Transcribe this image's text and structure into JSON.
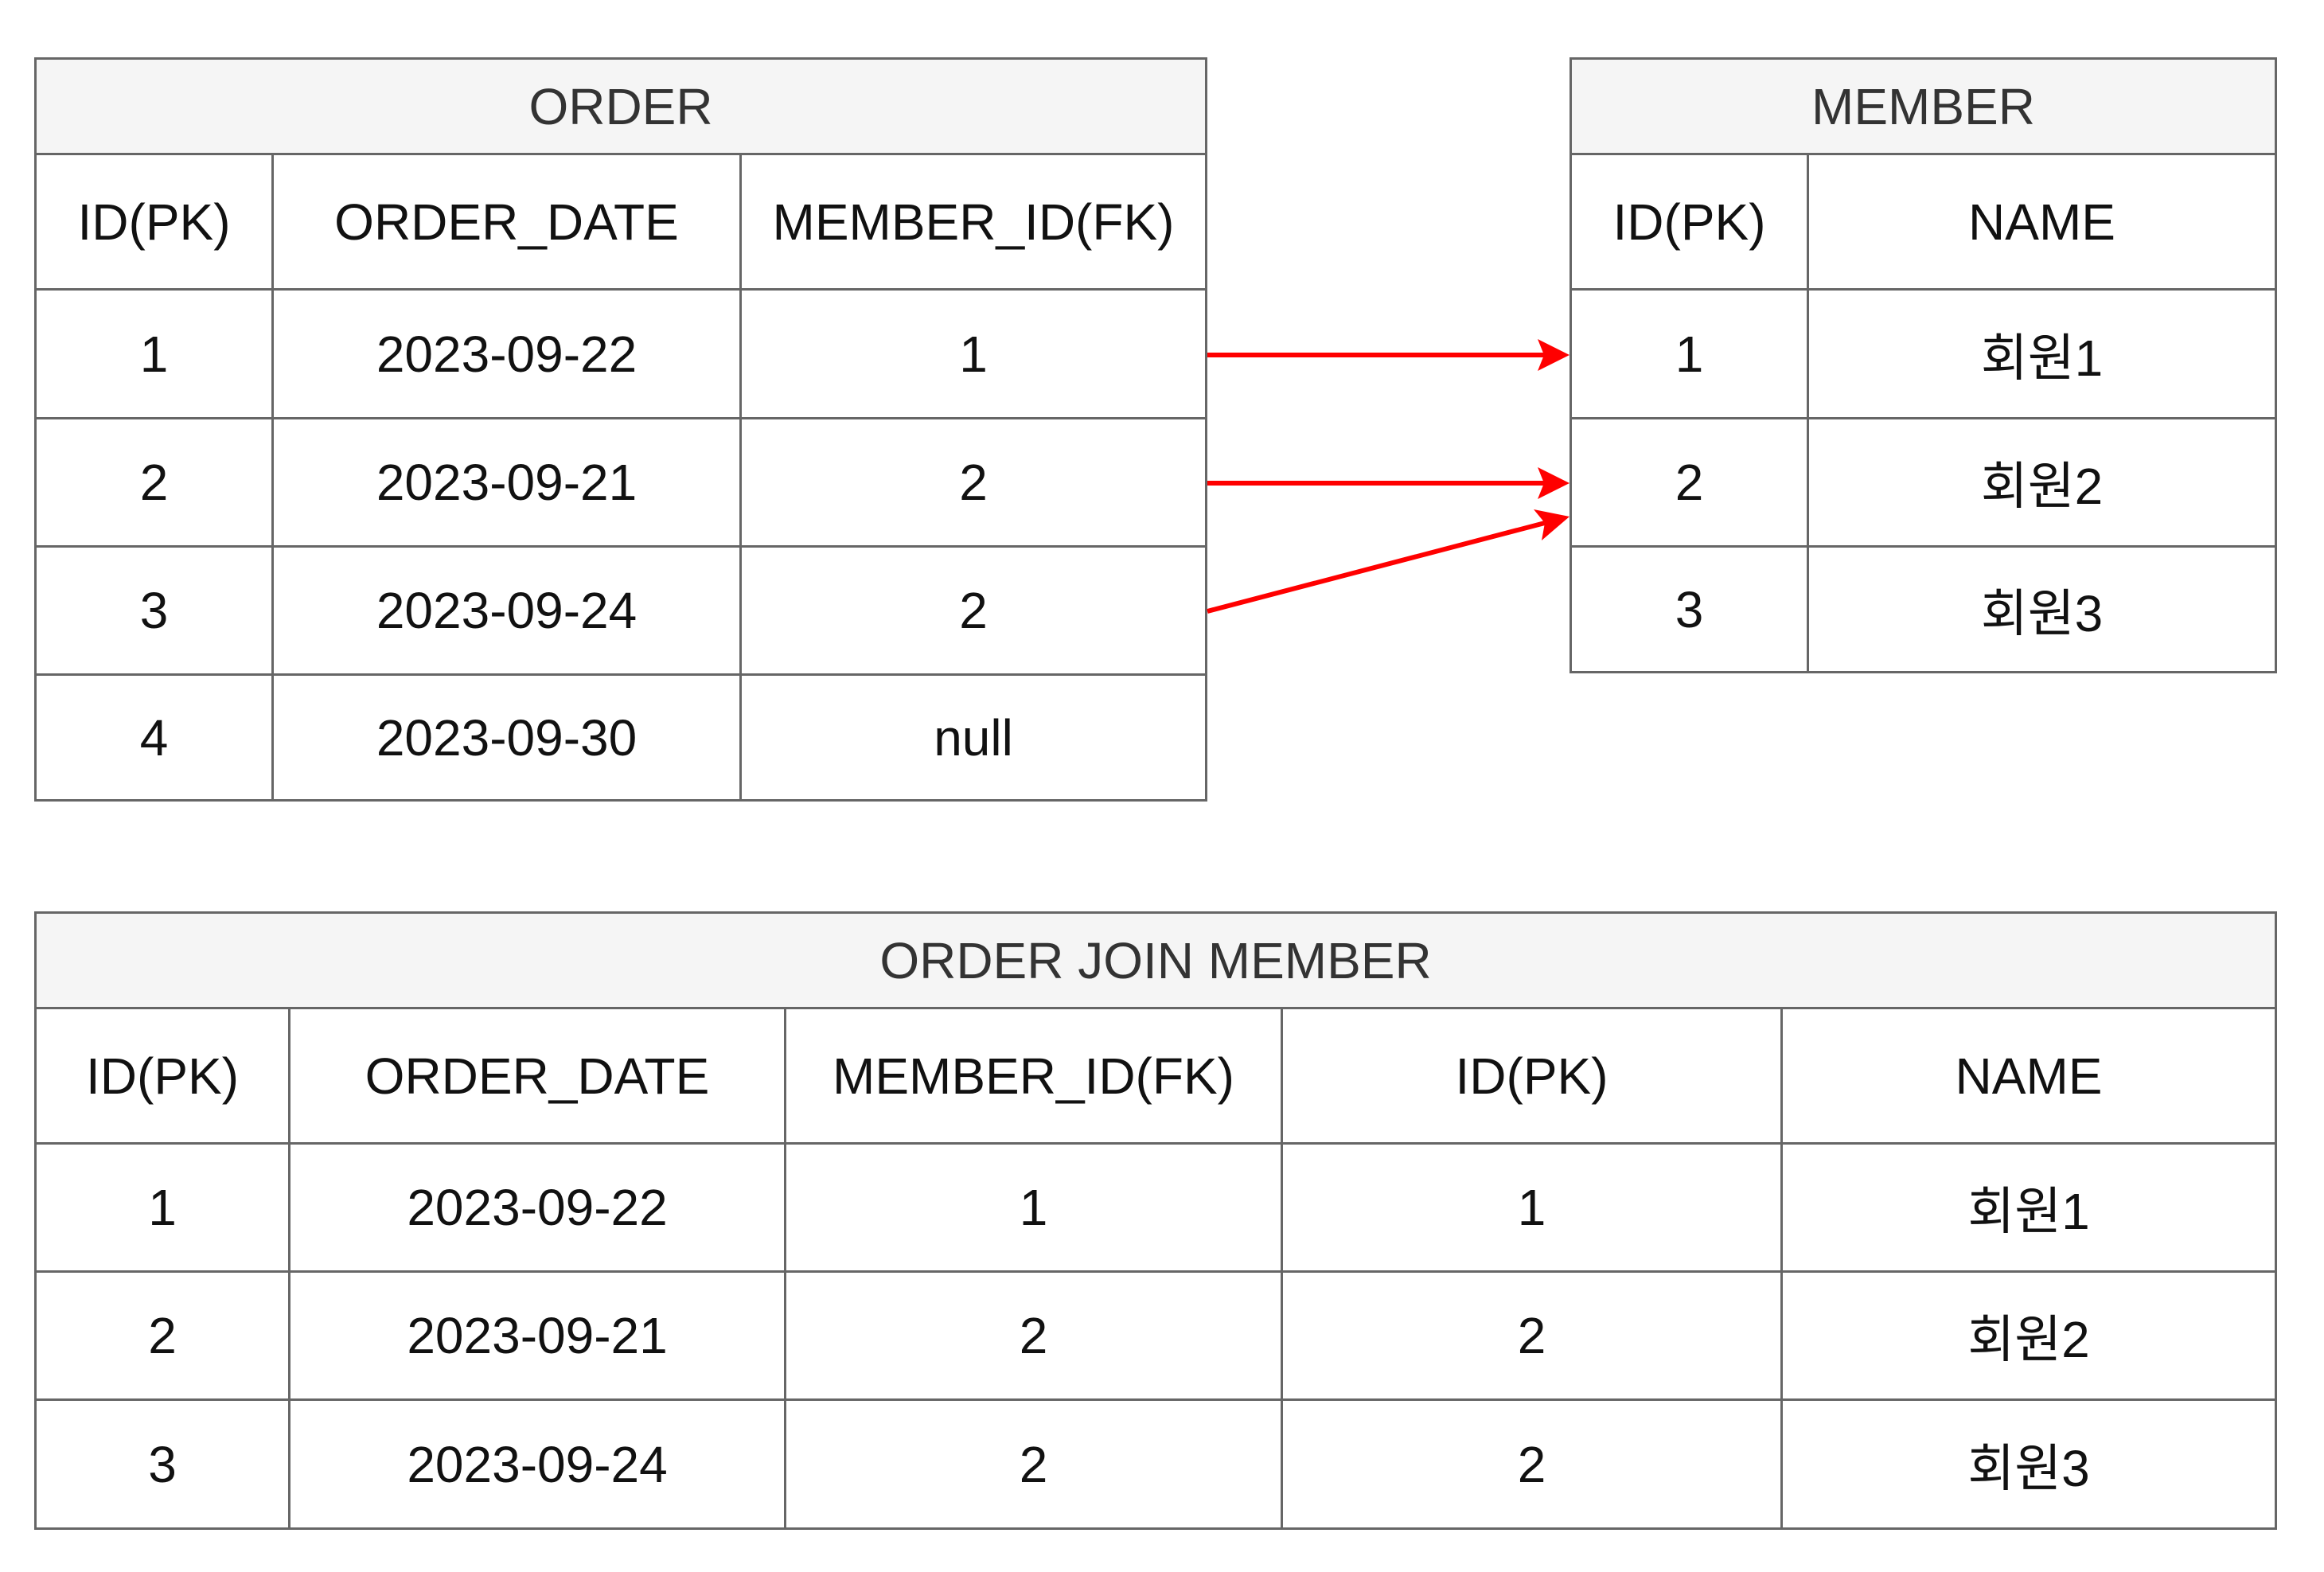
{
  "order_table": {
    "title": "ORDER",
    "headers": [
      "ID(PK)",
      "ORDER_DATE",
      "MEMBER_ID(FK)"
    ],
    "rows": [
      [
        "1",
        "2023-09-22",
        "1"
      ],
      [
        "2",
        "2023-09-21",
        "2"
      ],
      [
        "3",
        "2023-09-24",
        "2"
      ],
      [
        "4",
        "2023-09-30",
        "null"
      ]
    ]
  },
  "member_table": {
    "title": "MEMBER",
    "headers": [
      "ID(PK)",
      "NAME"
    ],
    "rows": [
      [
        "1",
        "회원1"
      ],
      [
        "2",
        "회원2"
      ],
      [
        "3",
        "회원3"
      ]
    ]
  },
  "join_table": {
    "title": "ORDER JOIN MEMBER",
    "headers": [
      "ID(PK)",
      "ORDER_DATE",
      "MEMBER_ID(FK)",
      "ID(PK)",
      "NAME"
    ],
    "rows": [
      [
        "1",
        "2023-09-22",
        "1",
        "1",
        "회원1"
      ],
      [
        "2",
        "2023-09-21",
        "2",
        "2",
        "회원2"
      ],
      [
        "3",
        "2023-09-24",
        "2",
        "2",
        "회원3"
      ]
    ]
  },
  "relations": [
    {
      "from_order_row": 1,
      "to_member_row": 1
    },
    {
      "from_order_row": 2,
      "to_member_row": 2
    },
    {
      "from_order_row": 3,
      "to_member_row": 2
    }
  ],
  "colors": {
    "arrow": "#ff0000",
    "border": "#666666",
    "title_background": "#f5f5f5"
  }
}
